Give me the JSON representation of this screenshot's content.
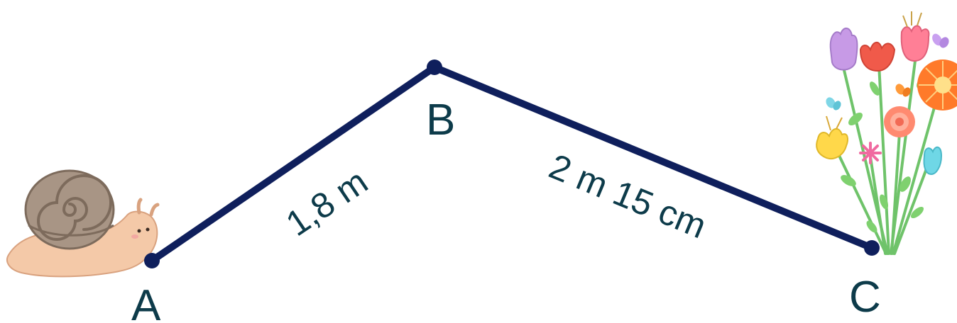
{
  "points": {
    "a": "A",
    "b": "B",
    "c": "C"
  },
  "segments": {
    "ab": "1,8 m",
    "bc": "2 m 15 cm"
  },
  "pictures": {
    "start": "snail-icon",
    "end": "flower-bouquet-icon"
  },
  "colors": {
    "path": "#0f1f5c",
    "labels": "#0d3b4a"
  }
}
